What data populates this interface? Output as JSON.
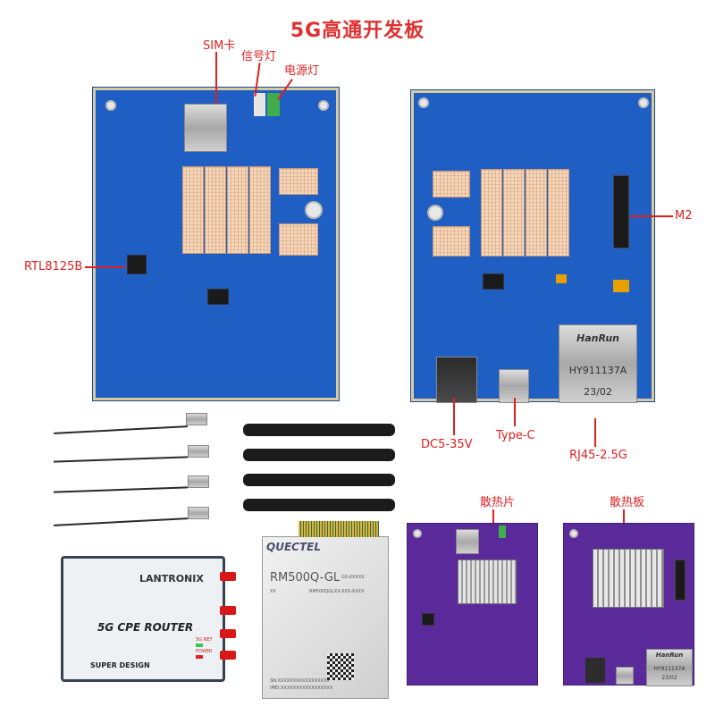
{
  "title": "5G高通开发板",
  "labels": {
    "sim": "SIM卡",
    "signal_led": "信号灯",
    "power_led": "电源灯",
    "rtl": "RTL8125B",
    "m2": "M2",
    "dc": "DC5-35V",
    "typec": "Type-C",
    "rj45": "RJ45-2.5G",
    "heat_sheet": "散热片",
    "heat_board": "散热板"
  },
  "rj45_jack": {
    "brand": "HanRun",
    "model": "HY911137A",
    "date": "23/02"
  },
  "rj45_small": {
    "brand": "HanRun",
    "model": "HY911137A",
    "date": "23/02"
  },
  "module": {
    "brand": "QUECTEL",
    "model": "RM500Q-GL",
    "code1": "GX-XXXXX",
    "code2": "XX",
    "code3": "RM500QGLXX-XXX-XXXX",
    "sn": "SN:XXXXXXXXXXXXXXXXX",
    "imei": "IMEI:XXXXXXXXXXXXXXXXX"
  },
  "router": {
    "brand": "LANTRONIX",
    "name": "5G CPE ROUTER",
    "subtitle": "SUPER DESIGN",
    "led1": "5G NET",
    "led2": "POWER"
  },
  "colors": {
    "accent": "#e02020",
    "pcb_blue": "#1f5fc4",
    "pcb_purple": "#5a2a9a"
  }
}
